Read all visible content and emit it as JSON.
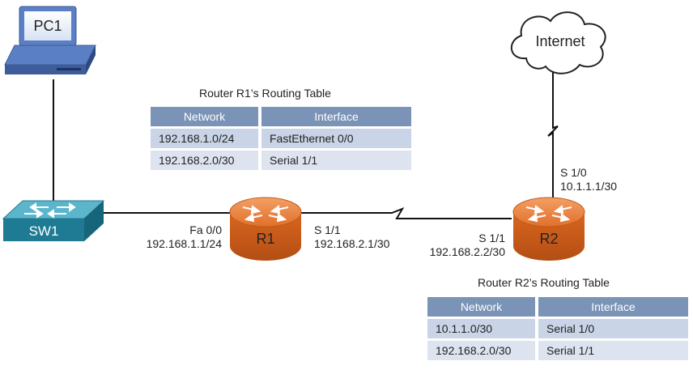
{
  "devices": {
    "pc": {
      "label": "PC1"
    },
    "switch": {
      "label": "SW1"
    },
    "r1": {
      "label": "R1"
    },
    "r2": {
      "label": "R2"
    },
    "cloud": {
      "label": "Internet"
    }
  },
  "interfaces": {
    "r1_fa": {
      "name": "Fa 0/0",
      "ip": "192.168.1.1/24"
    },
    "r1_s": {
      "name": "S 1/1",
      "ip": "192.168.2.1/30"
    },
    "r2_s11": {
      "name": "S 1/1",
      "ip": "192.168.2.2/30"
    },
    "r2_s10": {
      "name": "S 1/0",
      "ip": "10.1.1.1/30"
    }
  },
  "r1_table": {
    "title": "Router R1’s Routing Table",
    "headers": [
      "Network",
      "Interface"
    ],
    "rows": [
      [
        "192.168.1.0/24",
        "FastEthernet 0/0"
      ],
      [
        "192.168.2.0/30",
        "Serial 1/1"
      ]
    ]
  },
  "r2_table": {
    "title": "Router R2’s Routing Table",
    "headers": [
      "Network",
      "Interface"
    ],
    "rows": [
      [
        "10.1.1.0/30",
        "Serial 1/0"
      ],
      [
        "192.168.2.0/30",
        "Serial 1/1"
      ]
    ]
  },
  "colors": {
    "router": "#e0702a",
    "switch": "#2e8ca3",
    "pc": "#5b7fc4",
    "table_header": "#7a93b6",
    "table_row": "#c9d4e6"
  }
}
